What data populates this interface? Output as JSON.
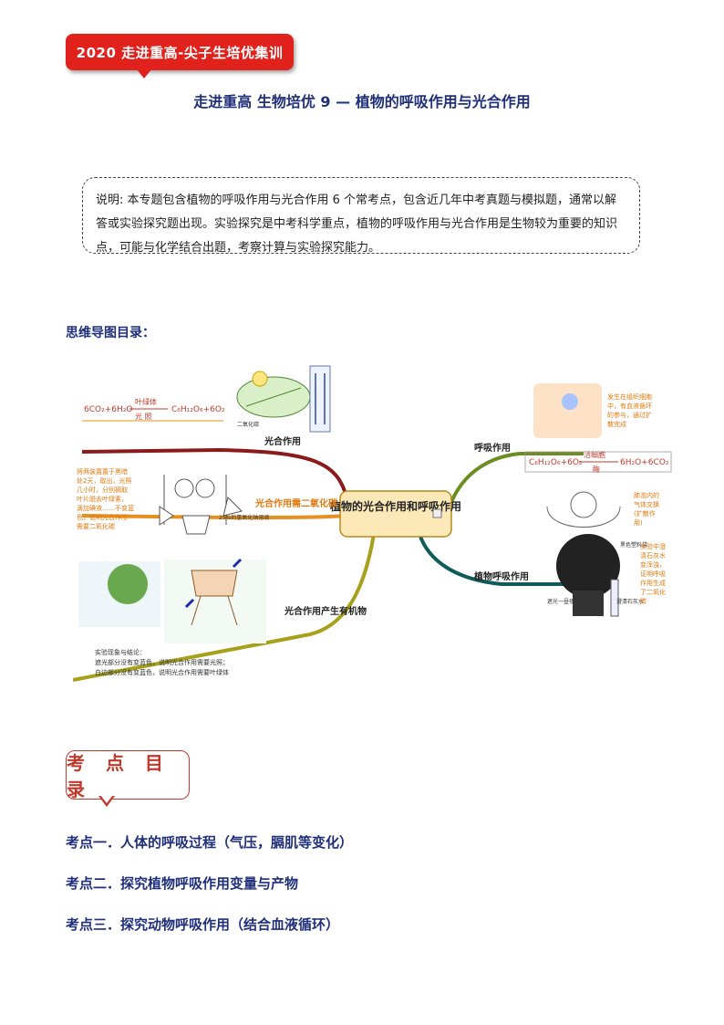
{
  "banner": "2020 走进重高-尖子生培优集训",
  "title": "走进重高  生物培优 9 —  植物的呼吸作用与光合作用",
  "note": "说明: 本专题包含植物的呼吸作用与光合作用 6 个常考点，包含近几年中考真题与模拟题，通常以解答或实验探究题出现。实验探究是中考科学重点，植物的呼吸作用与光合作用是生物较为重要的知识点，可能与化学结合出题，考察计算与实验探究能力。",
  "mindmap_title": "思维导图目录：",
  "mindmap": {
    "center": "植物的光合作用和呼吸作用",
    "branch_photosynthesis": "光合作用",
    "branch_co2": "光合作用需二氧化碳",
    "branch_organic": "光合作用产生有机物",
    "branch_respiration": "呼吸作用",
    "branch_plant_resp": "植物呼吸作用",
    "eq_photo_left": "6CO₂+6H₂O",
    "eq_photo_top": "叶绿体",
    "eq_photo_bottom": "光   照",
    "eq_photo_right": "C₆H₁₂O₆+6O₂",
    "eq_resp_left": "C₆H₁₂O₆+6O₂",
    "eq_resp_top": "活细胞",
    "eq_resp_bottom": "酶",
    "eq_resp_right": "6H₂O+6CO₂",
    "co2_note": "将两装置置于黑暗处2天，取出，光照几小时，分别摘取叶片脱去叶绿素，滴加碘液……不变蓝色，说明光合作用需要二氧化碳",
    "co2_label": "25%的氢氧化钠溶液",
    "organic_note": "实验现象与结论：遮光部分没有变蓝色，说明光合作用需要光照；白边部分没有变蓝色，说明光合作用需要叶绿体",
    "resp_note": "发生在组织细胞中，有血液循环的参与，通过扩散完成",
    "lung_note": "肺泡内的气体交换(扩散作用)",
    "plant_note": "实验中澄清石灰水变浑浊，证明呼吸作用生成了二氧化碳",
    "bag_label": "黑色塑料袋",
    "shade_label": "遮光一昼夜",
    "lime_label": "澄清石灰水",
    "leaf_label": "二氧化碳"
  },
  "toc_title": "考 点 目 录",
  "toc": [
    "考点一．人体的呼吸过程（气压，膈肌等变化）",
    "考点二．探究植物呼吸作用变量与产物",
    "考点三．探究动物呼吸作用（结合血液循环）"
  ],
  "colors": {
    "accent_red": "#e0211c",
    "title_blue": "#1f2f7a",
    "branch_maroon": "#8b1a1a",
    "branch_orange": "#e8901f",
    "branch_olive": "#a6a01a",
    "branch_green": "#6b8e23",
    "branch_teal": "#0f5a5a"
  }
}
